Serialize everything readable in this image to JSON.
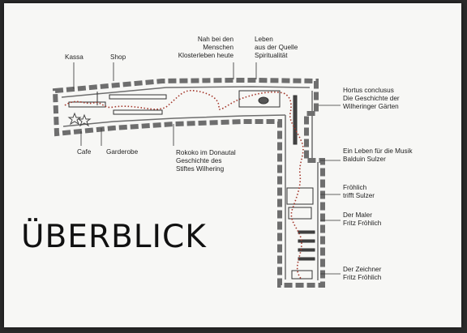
{
  "title": "ÜBERBLICK",
  "labels": {
    "kassa": "Kassa",
    "shop": "Shop",
    "nah_bei": "Nah bei den\nMenschen\nKlosterleben heute",
    "leben_quelle": "Leben\naus der Quelle\nSpiritualität",
    "hortus": "Hortus conclusus\nDie Geschichte der\nWilheringer Gärten",
    "cafe": "Cafe",
    "garderobe": "Garderobe",
    "rokoko": "Rokoko im Donautal\nGeschichte des\nStiftes Wilhering",
    "musik": "Ein Leben für die Musik\nBalduin Sulzer",
    "froehlich_sulzer": "Fröhlich\ntrifft Sulzer",
    "maler": "Der Maler\nFritz Fröhlich",
    "zeichner": "Der Zeichner\nFritz Fröhlich"
  },
  "colors": {
    "wall": "#6e6e6e",
    "route": "#a3362a",
    "line": "#333333"
  }
}
